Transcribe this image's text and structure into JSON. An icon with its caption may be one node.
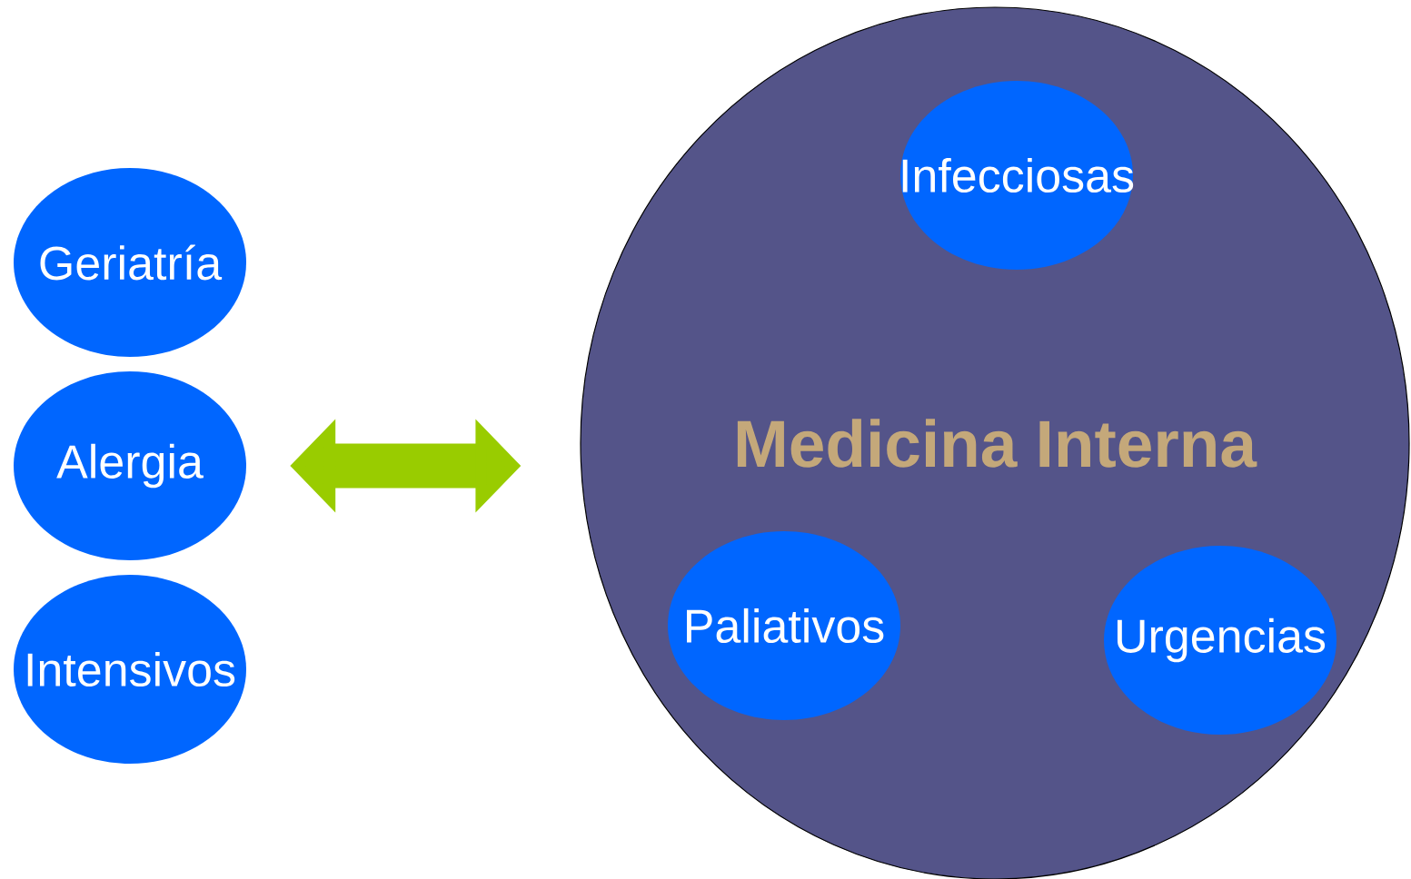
{
  "diagram": {
    "nodes": [
      {
        "text": [
          "Geriatría"
        ]
      },
      {
        "text": [
          "Alergia"
        ]
      },
      {
        "text": [
          "Intensivos"
        ]
      },
      {
        "text": [
          "Medicina Interna"
        ]
      },
      {
        "text": [
          "Infecciosas"
        ],
        "in": 3
      },
      {
        "text": [
          "Paliativos"
        ],
        "in": 3
      },
      {
        "text": [
          "Urgencias"
        ],
        "in": 3
      }
    ],
    "edges": [
      {
        "from": 1,
        "to": 3,
        "arrow": "both",
        "color": "#99cc00"
      }
    ]
  }
}
